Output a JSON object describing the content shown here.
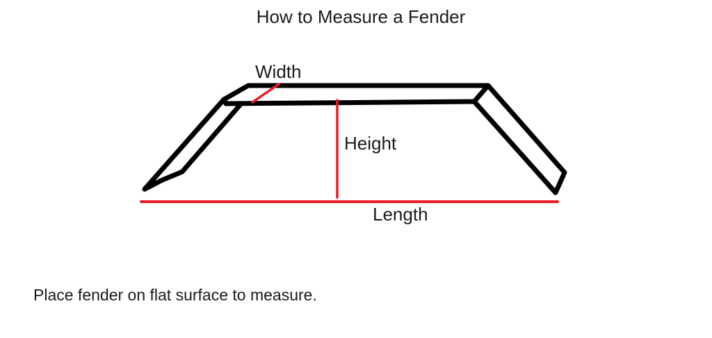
{
  "title": "How to Measure a Fender",
  "caption": "Place fender on flat surface to measure.",
  "labels": {
    "width": "Width",
    "height": "Height",
    "length": "Length"
  },
  "colors": {
    "outline": "#000000",
    "measure": "#ed1c24",
    "text": "#1a1a1a",
    "background": "#ffffff"
  }
}
